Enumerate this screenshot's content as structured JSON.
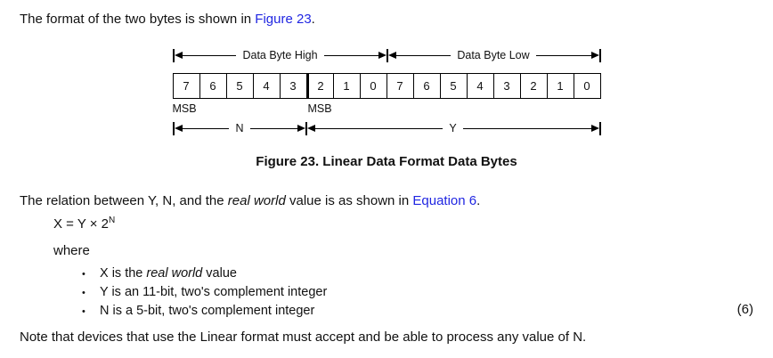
{
  "intro": {
    "before": "The format of the two bytes is shown in ",
    "link": "Figure 23",
    "after": "."
  },
  "figure": {
    "high_label": "Data Byte High",
    "low_label": "Data Byte Low",
    "bits": [
      "7",
      "6",
      "5",
      "4",
      "3",
      "2",
      "1",
      "0",
      "7",
      "6",
      "5",
      "4",
      "3",
      "2",
      "1",
      "0"
    ],
    "msb_high": "MSB",
    "msb_y": "MSB",
    "n_label": "N",
    "y_label": "Y",
    "caption": "Figure 23.  Linear Data Format Data Bytes"
  },
  "relation": {
    "before": "The relation between Y, N, and the ",
    "italic": "real world",
    "middle": " value is as shown in ",
    "link": "Equation 6",
    "after": "."
  },
  "equation": {
    "body": "X = Y × 2",
    "exponent": "N",
    "number": "(6)"
  },
  "where_label": "where",
  "bullets": [
    {
      "pre": "X is the ",
      "italic": "real world",
      "post": " value"
    },
    {
      "pre": "Y is an 11-bit, two's complement integer",
      "italic": "",
      "post": ""
    },
    {
      "pre": "N is a 5-bit, two's complement integer",
      "italic": "",
      "post": ""
    }
  ],
  "note": "Note that devices that use the Linear format must accept and be able to process any value of N.",
  "colors": {
    "link": "#2026E2",
    "text": "#111111",
    "line": "#000000"
  }
}
